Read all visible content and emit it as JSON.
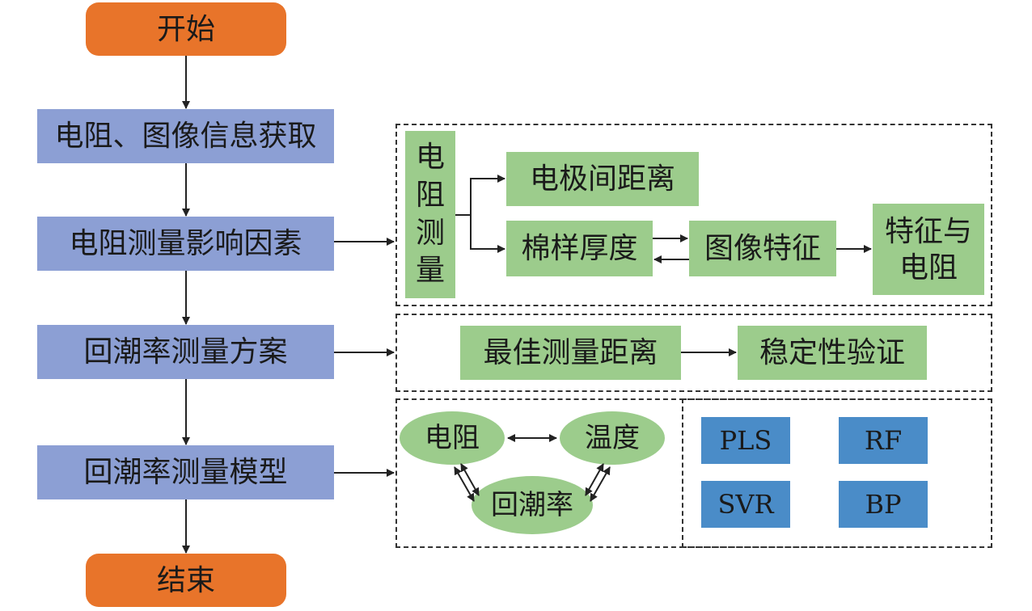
{
  "flow": {
    "start": "开始",
    "step1": "电阻、图像信息获取",
    "step2": "电阻测量影响因素",
    "step3": "回潮率测量方案",
    "step4": "回潮率测量模型",
    "end": "结束"
  },
  "resistance_panel": {
    "vertical_label_chars": [
      "电",
      "阻",
      "测",
      "量"
    ],
    "electrode_distance": "电极间距离",
    "sample_thickness": "棉样厚度",
    "image_features": "图像特征",
    "feature_resistance_line1": "特征与",
    "feature_resistance_line2": "电阻"
  },
  "scheme_panel": {
    "best_distance": "最佳测量距离",
    "stability": "稳定性验证"
  },
  "model_panel": {
    "resistance": "电阻",
    "temperature": "温度",
    "moisture_regain": "回潮率",
    "models": [
      "PLS",
      "RF",
      "SVR",
      "BP"
    ]
  },
  "colors": {
    "terminal": "#e8742a",
    "step": "#8c9fd4",
    "green": "#9ccc8c",
    "model": "#4a8cc8",
    "arrow": "#222222"
  }
}
